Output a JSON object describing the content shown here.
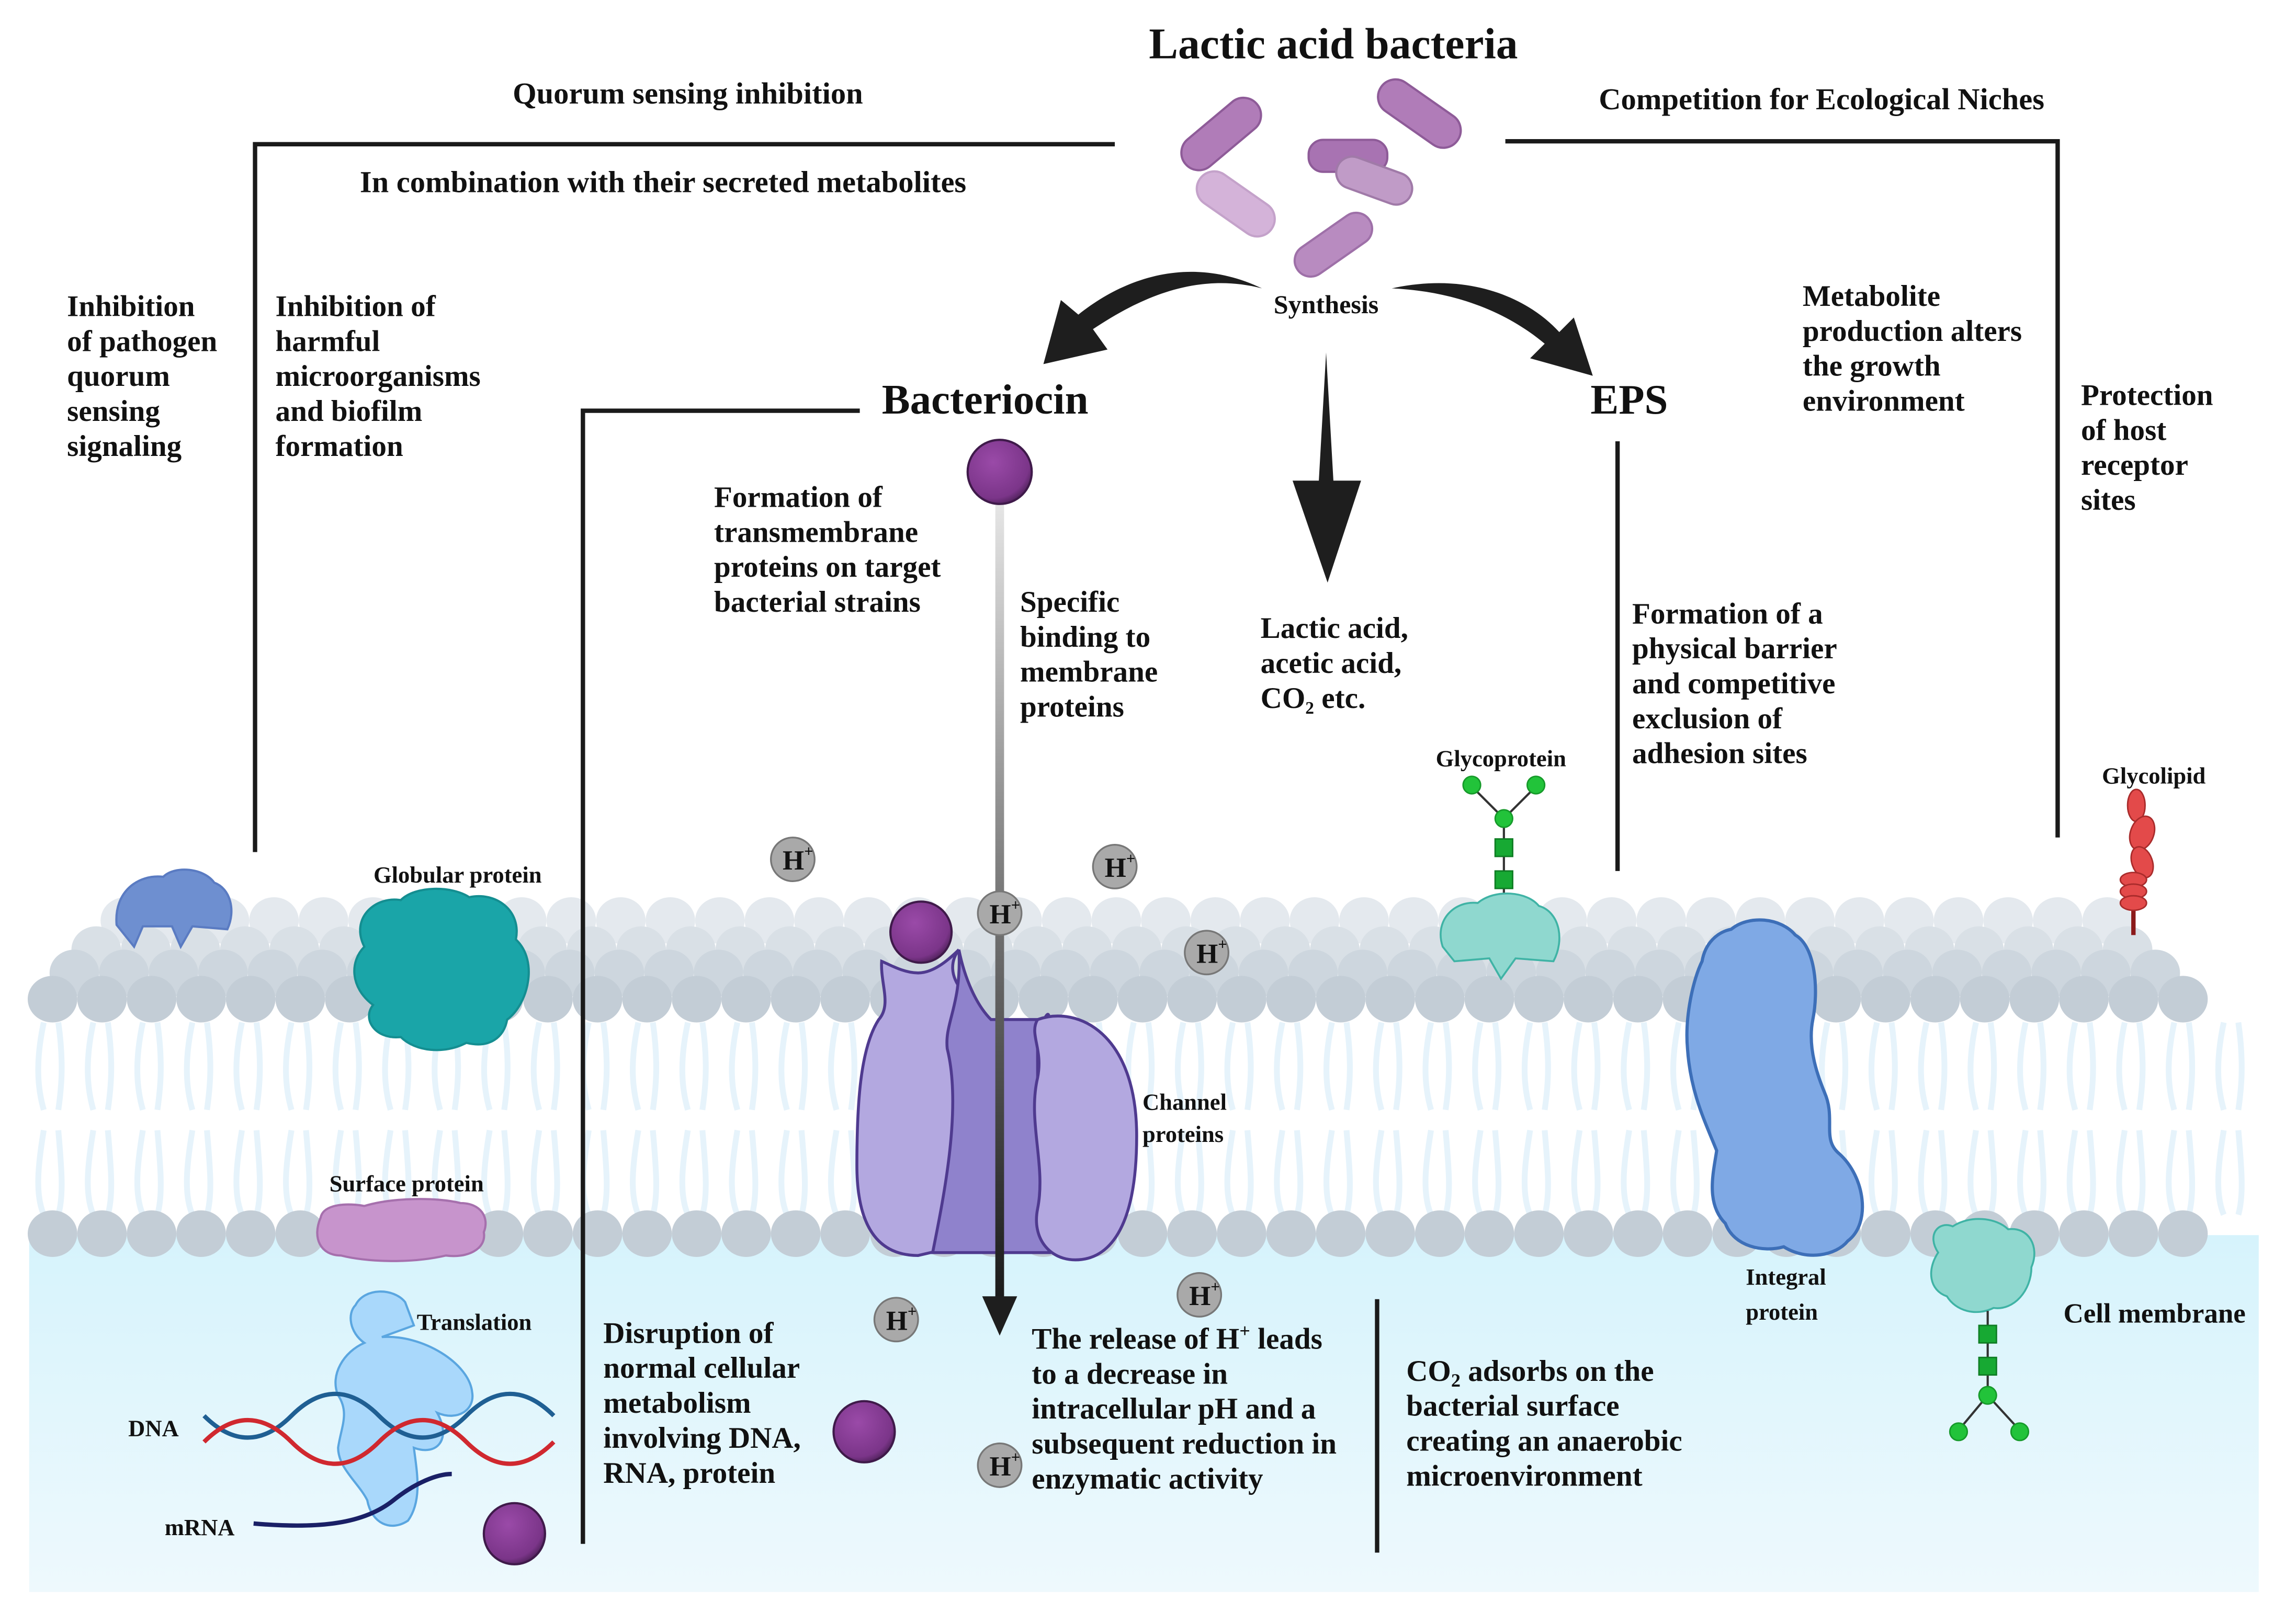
{
  "title": "Lactic acid bacteria",
  "top_labels": {
    "quorum_sensing": "Quorum sensing inhibition",
    "combination": "In combination with their secreted metabolites",
    "competition": "Competition for Ecological Niches",
    "synthesis": "Synthesis"
  },
  "products": {
    "bacteriocin": "Bacteriocin",
    "eps": "EPS",
    "acids": [
      "Lactic acid,",
      "acetic acid,",
      "CO",
      "2",
      " etc."
    ]
  },
  "mechanisms": {
    "pathogen_qs": [
      "Inhibition",
      "of pathogen",
      "quorum",
      "sensing",
      "signaling"
    ],
    "harmful_microorganisms": [
      "Inhibition of",
      "harmful",
      "microorganisms",
      "and biofilm",
      "formation"
    ],
    "transmembrane": [
      "Formation of",
      "transmembrane",
      "proteins on target",
      "bacterial strains"
    ],
    "specific_binding": [
      "Specific",
      "binding to",
      "membrane",
      "proteins"
    ],
    "metabolite_production": [
      "Metabolite",
      "production alters",
      "the growth",
      "environment"
    ],
    "host_receptor": [
      "Protection",
      "of host",
      "receptor",
      "sites"
    ],
    "physical_barrier": [
      "Formation of a",
      "physical barrier",
      "and competitive",
      "exclusion of",
      "adhesion sites"
    ],
    "disruption": [
      "Disruption of",
      "normal cellular",
      "metabolism",
      "involving DNA,",
      "RNA, protein"
    ],
    "h_release": [
      "The release of H",
      "+",
      " leads",
      "to a decrease in",
      "intracellular pH and a",
      "subsequent reduction in",
      "enzymatic activity"
    ],
    "co2_adsorbs": [
      "CO",
      "2",
      " adsorbs on the",
      "bacterial surface",
      "creating an anaerobic",
      "microenvironment"
    ]
  },
  "structure_labels": {
    "globular_protein": "Globular protein",
    "glycoprotein": "Glycoprotein",
    "glycolipid": "Glycolipid",
    "channel_proteins": [
      "Channel",
      "proteins"
    ],
    "surface_protein": "Surface protein",
    "translation": "Translation",
    "dna": "DNA",
    "mrna": "mRNA",
    "integral_protein": [
      "Integral",
      "protein"
    ],
    "cell_membrane": "Cell membrane"
  },
  "ion": {
    "symbol": "H",
    "charge": "+"
  },
  "colors": {
    "bacteria": "#b07cb8",
    "bacteria_light": "#d4b3d9",
    "bacteriocin": "#7d3a8c",
    "membrane_head": "#c3cdd6",
    "membrane_head_top": "#dde3e9",
    "tail": "#e6f3fb",
    "cytoplasm": "#d9f4fc",
    "globular": "#1aa5a8",
    "glyco_protein": "#8fd8cf",
    "sugar_green": "#22c33a",
    "glycolipid_red": "#e34a4a",
    "channel": "#b3a8e0",
    "channel_dark": "#8f82cc",
    "integral": "#7fa9e5",
    "surface_protein": "#c794cc",
    "ribosome": "#a9d8fb",
    "dna_blue": "#1f5f93",
    "dna_red": "#d0282f",
    "mrna": "#1a2066",
    "arrow": "#1e1e1e"
  }
}
